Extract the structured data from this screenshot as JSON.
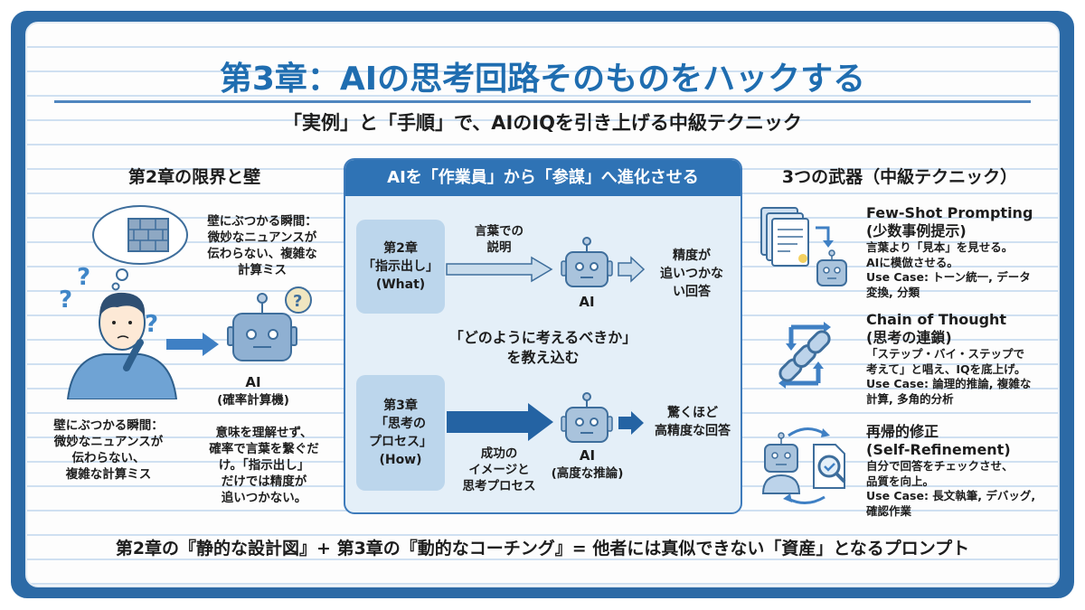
{
  "title": "第3章：AIの思考回路そのものをハックする",
  "subtitle": "「実例」と「手順」で、AIのIQを引き上げる中級テクニック",
  "left": {
    "heading": "第2章の限界と壁",
    "bubble_text": [
      "壁にぶつかる瞬間：",
      "微妙なニュアンスが",
      "伝わらない、複雑な",
      "計算ミス"
    ],
    "ai_label": "AI",
    "ai_sub": "(確率計算機)",
    "bottom_left": [
      "壁にぶつかる瞬間：",
      "微妙なニュアンスが",
      "伝わらない、",
      "複雑な計算ミス"
    ],
    "bottom_right": [
      "意味を理解せず、",
      "確率で言葉を繋ぐだ",
      "け。「指示出し」",
      "だけでは精度が",
      "追いつかない。"
    ]
  },
  "center": {
    "header": "AIを「作業員」から「参謀」へ進化させる",
    "row1": {
      "box": [
        "第2章",
        "「指示出し」",
        "(What)"
      ],
      "arrow_label": [
        "言葉での",
        "説明"
      ],
      "ai": "AI",
      "result": [
        "精度が",
        "追いつかな",
        "い回答"
      ]
    },
    "middle": [
      "「どのように考えるべきか」",
      "を教え込む"
    ],
    "row2": {
      "box": [
        "第3章",
        "「思考の",
        "プロセス」",
        "(How)"
      ],
      "arrow_label": [
        "成功の",
        "イメージと",
        "思考プロセス"
      ],
      "ai": "AI",
      "ai_sub": "(高度な推論)",
      "result": [
        "驚くほど",
        "高精度な回答"
      ]
    }
  },
  "right": {
    "heading": "3つの武器（中級テクニック）",
    "items": [
      {
        "title": [
          "Few-Shot Prompting",
          "(少数事例提示)"
        ],
        "desc": [
          "言葉より「見本」を見せる。",
          "AIに模倣させる。",
          "Use Case: トーン統一, データ",
          "変換, 分類"
        ]
      },
      {
        "title": [
          "Chain of Thought",
          "(思考の連鎖)"
        ],
        "desc": [
          "「ステップ・バイ・ステップで",
          "考えて」と唱え、IQを底上げ。",
          "Use Case: 論理的推論, 複雑な",
          "計算, 多角的分析"
        ]
      },
      {
        "title": [
          "再帰的修正",
          "(Self-Refinement)"
        ],
        "desc": [
          "自分で回答をチェックさせ、",
          "品質を向上。",
          "Use Case: 長文執筆, デバッグ,",
          "確認作業"
        ]
      }
    ]
  },
  "footer": "第2章の『静的な設計図』+ 第3章の『動的なコーチング』= 他者には真似できない「資産」となるプロンプト",
  "colors": {
    "frame": "#2c6aa6",
    "title": "#1f6db0",
    "robot": "#8fb0d2",
    "panel": "#e4eff8"
  }
}
